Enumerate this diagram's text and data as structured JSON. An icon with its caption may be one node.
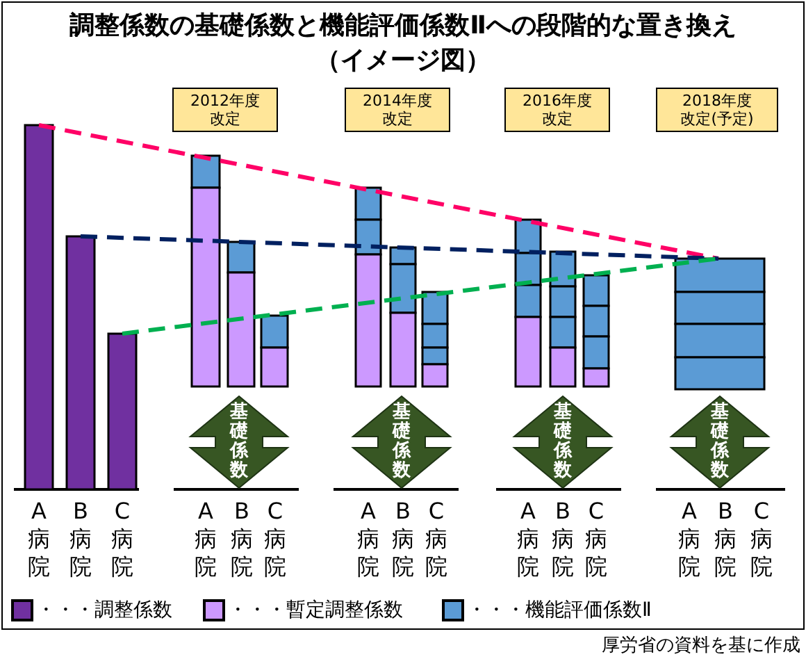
{
  "diagram": {
    "title": "調整係数の基礎係数と機能評価係数Ⅱへの段階的な置き換え（イメージ図）",
    "caption": "厚労省の資料を基に作成",
    "nodes": [
      {
        "text": [
          "2012年度改定"
        ]
      },
      {
        "text": [
          "2014年度改定"
        ]
      },
      {
        "text": [
          "2016年度改定"
        ]
      },
      {
        "text": [
          "2018年度改定(予定)"
        ]
      },
      {
        "text": [
          "基礎係数"
        ]
      },
      {
        "text": [
          "基礎係数"
        ]
      },
      {
        "text": [
          "基礎係数"
        ]
      },
      {
        "text": [
          "基礎係数"
        ]
      }
    ],
    "labels": [
      "A病院",
      "B病院",
      "C病院",
      "A病院",
      "B病院",
      "C病院",
      "A病院",
      "B病院",
      "C病院",
      "A病院",
      "B病院",
      "C病院",
      "A病院",
      "B病院",
      "C病院"
    ],
    "legend": [
      {
        "text": "・・・調整係数",
        "color": "#7030a0"
      },
      {
        "text": "・・・暫定調整係数",
        "color": "#cc99ff"
      },
      {
        "text": "・・・機能評価係数Ⅱ",
        "color": "#5b9bd5"
      }
    ]
  }
}
